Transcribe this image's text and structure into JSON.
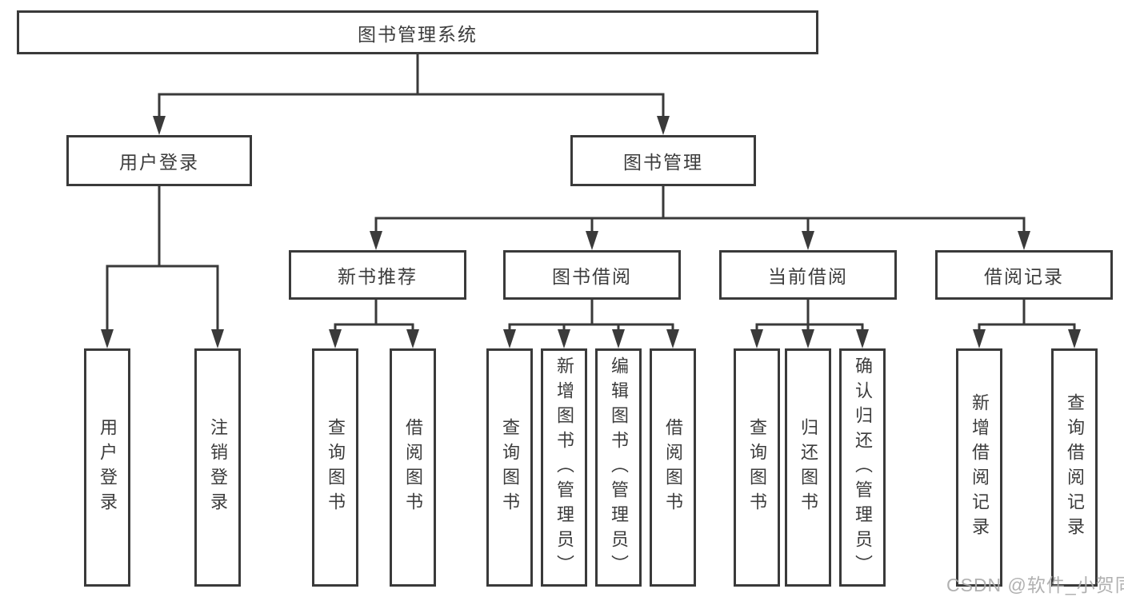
{
  "diagram": {
    "root": {
      "label": "图书管理系统"
    },
    "level2": [
      {
        "label": "用户登录"
      },
      {
        "label": "图书管理"
      }
    ],
    "level3": [
      {
        "label": "新书推荐",
        "parent": "图书管理"
      },
      {
        "label": "图书借阅",
        "parent": "图书管理"
      },
      {
        "label": "当前借阅",
        "parent": "图书管理"
      },
      {
        "label": "借阅记录",
        "parent": "图书管理"
      }
    ],
    "leaves": [
      {
        "label": "用户登录",
        "parent": "用户登录"
      },
      {
        "label": "注销登录",
        "parent": "用户登录"
      },
      {
        "label": "查询图书",
        "parent": "新书推荐"
      },
      {
        "label": "借阅图书",
        "parent": "新书推荐"
      },
      {
        "label": "查询图书",
        "parent": "图书借阅"
      },
      {
        "label": "新增图书（管理员）",
        "parent": "图书借阅"
      },
      {
        "label": "编辑图书（管理员）",
        "parent": "图书借阅"
      },
      {
        "label": "借阅图书",
        "parent": "图书借阅"
      },
      {
        "label": "查询图书",
        "parent": "当前借阅"
      },
      {
        "label": "归还图书",
        "parent": "当前借阅"
      },
      {
        "label": "确认归还（管理员）",
        "parent": "当前借阅"
      },
      {
        "label": "新增借阅记录",
        "parent": "借阅记录"
      },
      {
        "label": "查询借阅记录",
        "parent": "借阅记录"
      }
    ]
  },
  "watermark": {
    "text": "CSDN @软件_小贺同学"
  },
  "colors": {
    "line": "#3a3a3a",
    "text": "#3c3c3c",
    "background": "#ffffff",
    "watermark": "#ababab"
  }
}
